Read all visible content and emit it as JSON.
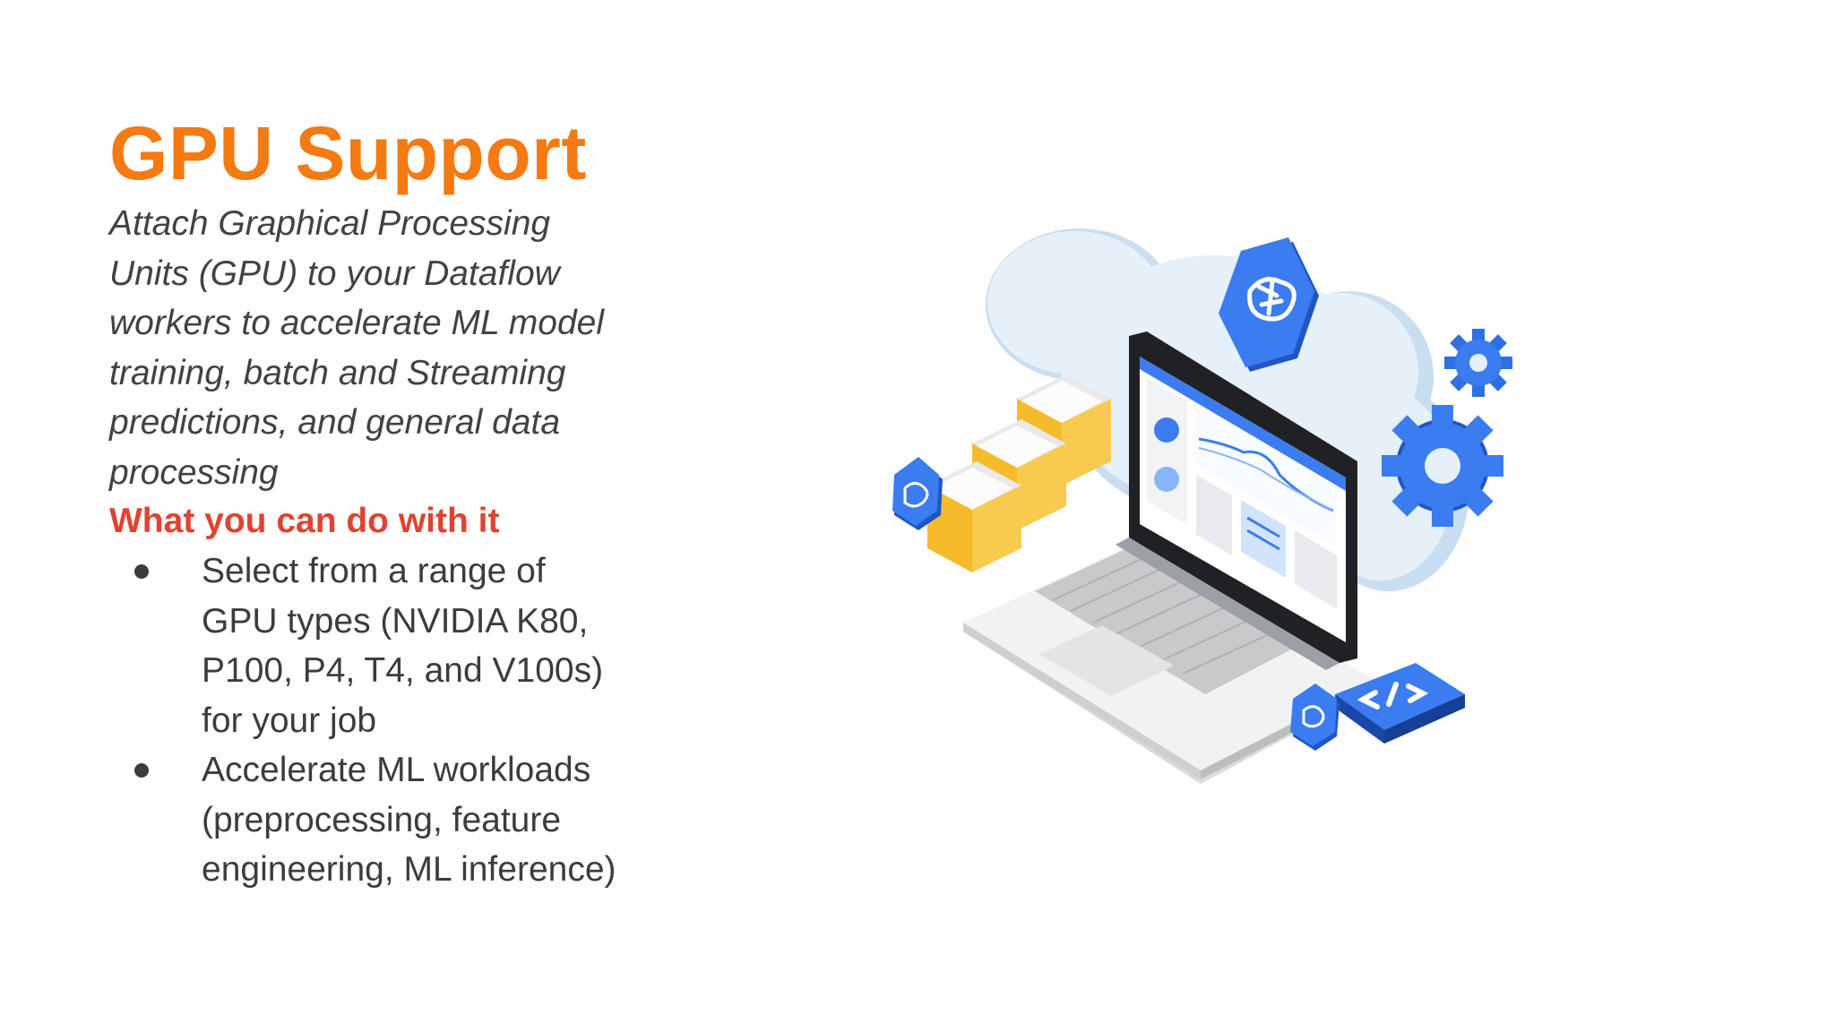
{
  "slide": {
    "title": "GPU Support",
    "subtitle": "Attach Graphical Processing Units (GPU) to your Dataflow workers to accelerate ML model training, batch and Streaming predictions, and general data processing",
    "section_heading": "What you can do with it",
    "bullets": [
      {
        "text": "Select from a range of GPU types (NVIDIA K80, P100, P4, T4, and V100s) for your job"
      },
      {
        "text": "Accelerate ML workloads (preprocessing, feature engineering, ML inference)"
      }
    ]
  },
  "illustration": {
    "icons": [
      "cloud-icon",
      "brain-chip-icon",
      "laptop-icon",
      "envelope-icon",
      "gear-icon",
      "code-icon"
    ]
  },
  "colors": {
    "title": "#f47a12",
    "section_heading": "#df4331",
    "body_text": "#3c3c3c",
    "google_blue": "#2f6fe0",
    "cloud": "#dceaf6",
    "envelope": "#f6bb2b"
  }
}
